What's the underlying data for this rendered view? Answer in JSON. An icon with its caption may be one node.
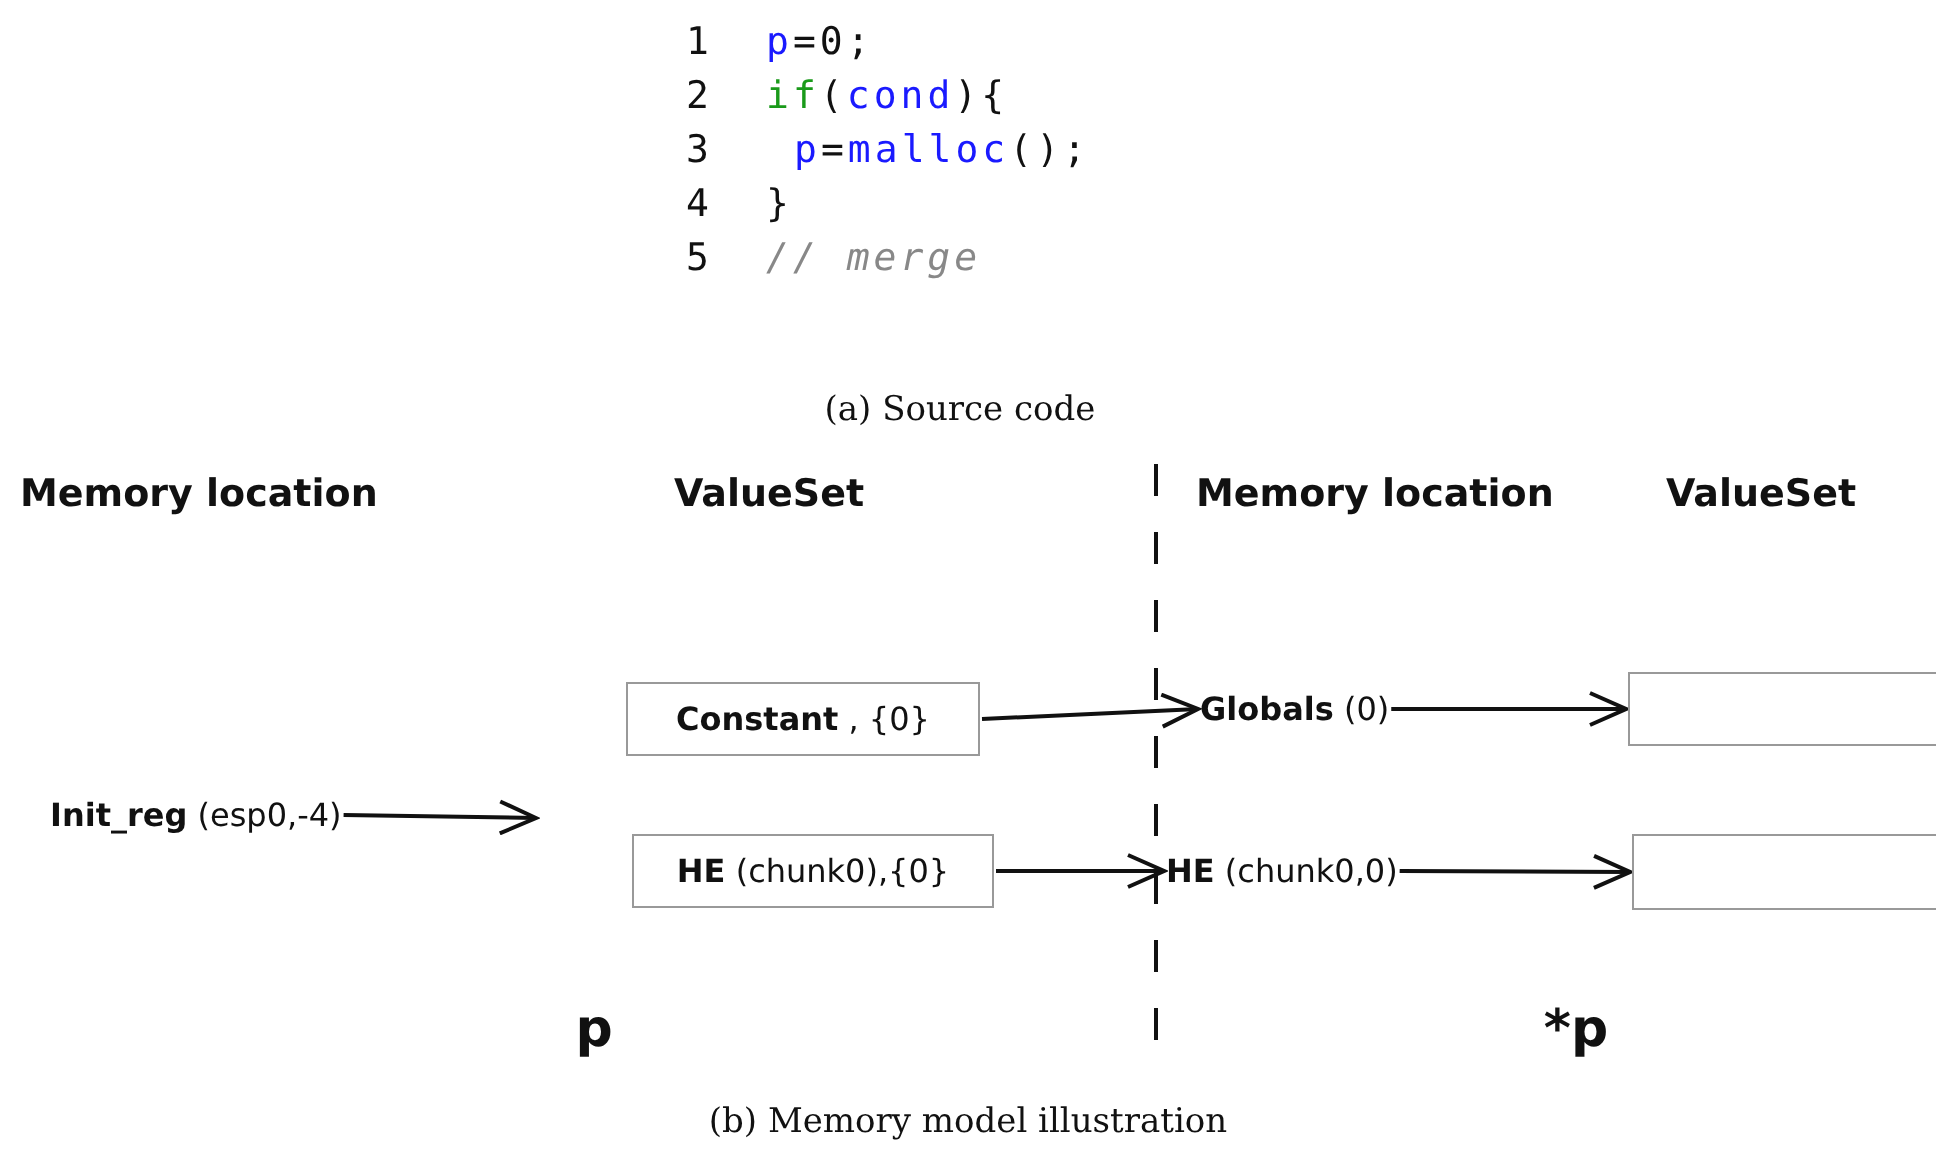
{
  "diagram": {
    "nodes": [
      {
        "text": [
          "**Init_reg** (esp0,-4)"
        ]
      },
      {
        "text": [
          "**Constant** , {0}"
        ]
      },
      {
        "text": [
          "**HE** (chunk0),{0}"
        ]
      },
      {
        "text": [
          "**Globals** (0)"
        ]
      },
      {
        "text": [
          "**HE** (chunk0,0)"
        ]
      },
      {
        "text": [],
        "shape": "box"
      },
      {
        "text": [],
        "shape": "box"
      }
    ],
    "edges": [
      {
        "from": 0,
        "to": null,
        "arrow": "to"
      },
      {
        "from": 1,
        "to": 3,
        "arrow": "to"
      },
      {
        "from": 2,
        "to": 4,
        "arrow": "to"
      },
      {
        "from": 3,
        "to": 5,
        "arrow": "to"
      },
      {
        "from": 4,
        "to": 6,
        "arrow": "to"
      }
    ],
    "labels": [
      "1",
      "p=0;",
      "2",
      "if(cond){",
      "3",
      "p=malloc();",
      "4",
      "}",
      "5",
      "// merge",
      "(a) Source code",
      "Memory location",
      "ValueSet",
      "Memory location",
      "ValueSet",
      "p",
      "*p",
      "(b) Memory model illustration"
    ]
  }
}
